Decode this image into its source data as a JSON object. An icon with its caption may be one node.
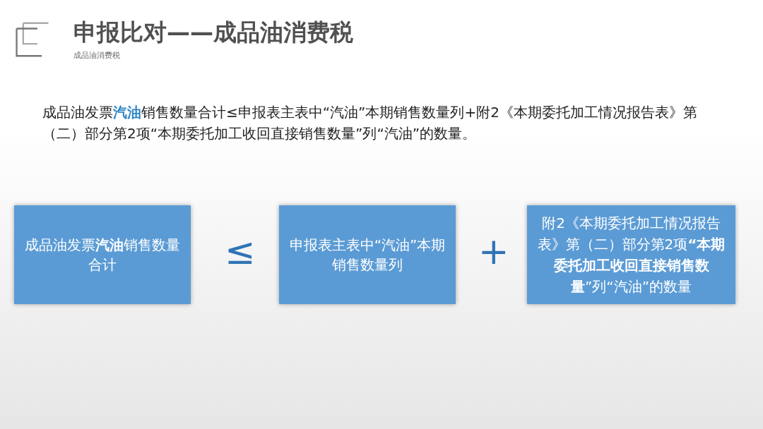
{
  "diagram": {
    "title": "申报比对——成品油消费税",
    "nodes": [
      {
        "text": [
          "成品油发票**汽油**销售数量合计"
        ]
      },
      {
        "text": [
          "申报表主表中“汽油”本期销售数量列"
        ]
      },
      {
        "text": [
          "附2《本期委托加工情况报告表》第（二）部分第2项**“本期委托加工收回直接销售数量**”列“汽油”的数量"
        ]
      }
    ],
    "labels": [
      "成品油消费税",
      "成品油发票**汽油**销售数量合计≤申报表主表中“汽油”本期销售数量列+附2《本期委托加工情况报告表》第（二）部分第2项“本期委托加工收回直接销售数量”列“汽油”的数量。",
      "≤",
      "+"
    ]
  }
}
